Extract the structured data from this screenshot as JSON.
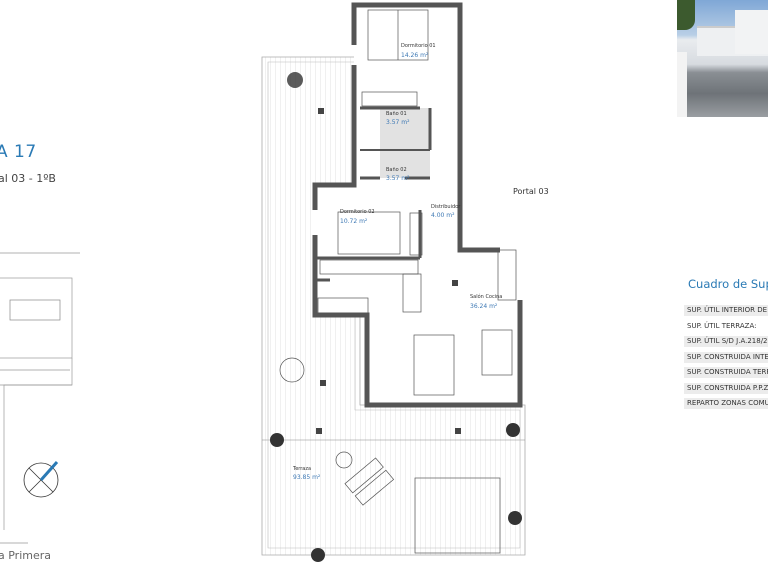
{
  "header": {
    "title": "A 17",
    "subtitle": "al 03 - 1ºB"
  },
  "location_plan": {
    "floor_label": "a Primera"
  },
  "plan": {
    "portal": "Portal 03",
    "rooms": [
      {
        "name": "Dormitorio 01",
        "area": "14.26 m²"
      },
      {
        "name": "Baño 01",
        "area": "3.57 m²"
      },
      {
        "name": "Baño 02",
        "area": "3.57 m²"
      },
      {
        "name": "Distribuidor",
        "area": "4.00 m²"
      },
      {
        "name": "Dormitorio 02",
        "area": "10.72 m²"
      },
      {
        "name": "Salón Cocina",
        "area": "36.24 m²"
      },
      {
        "name": "Terraza",
        "area": "93.85 m²"
      }
    ]
  },
  "surfaces": {
    "title": "Cuadro de Sup",
    "rows": [
      "SUP. ÚTIL INTERIOR DE VI",
      "SUP. ÚTIL TERRAZA:",
      "SUP. ÚTIL S/D J.A.218/20",
      "SUP. CONSTRUIDA INTER",
      "SUP. CONSTRUIDA TERRA",
      "SUP. CONSTRUIDA P.P.Z.",
      "REPARTO ZONAS COMU"
    ]
  },
  "colors": {
    "accent": "#2a7ab5",
    "wall": "#555555"
  }
}
